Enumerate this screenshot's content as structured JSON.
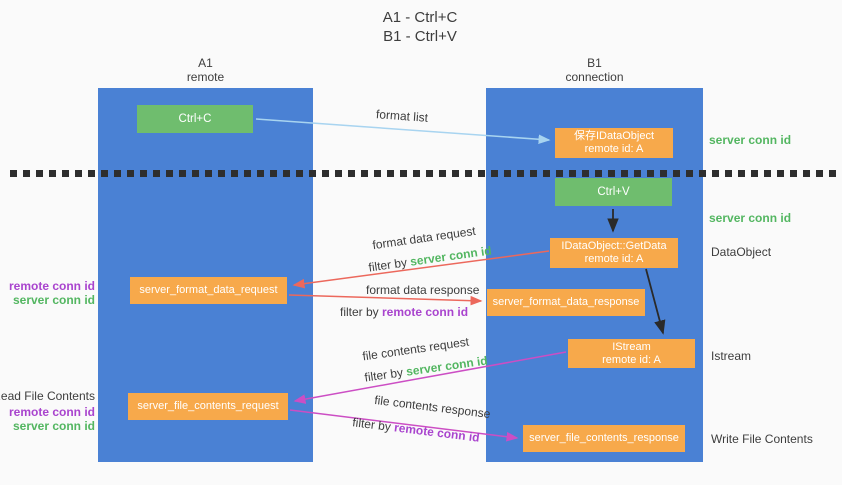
{
  "title": {
    "line1": "A1 - Ctrl+C",
    "line2": "B1 - Ctrl+V"
  },
  "columns": {
    "left": {
      "name": "A1",
      "role": "remote"
    },
    "right": {
      "name": "B1",
      "role": "connection"
    }
  },
  "nodes": {
    "ctrl_c": {
      "label": "Ctrl+C"
    },
    "save_idataobject": {
      "line1": "保存IDataObject",
      "line2": "remote id: A"
    },
    "ctrl_v": {
      "label": "Ctrl+V"
    },
    "getdata": {
      "line1": "IDataObject::GetData",
      "line2": "remote id: A"
    },
    "format_request": {
      "label": "server_format_data_request"
    },
    "format_response": {
      "label": "server_format_data_response"
    },
    "istream": {
      "line1": "IStream",
      "line2": "remote id: A"
    },
    "file_request": {
      "label": "server_file_contents_request"
    },
    "file_response": {
      "label": "server_file_contents_response"
    }
  },
  "arrow_labels": {
    "format_list": "format list",
    "format_data_request": "format data request",
    "format_data_response": "format data response",
    "file_contents_request": "file contents request",
    "file_contents_response": "file contents response",
    "filter_by_prefix": "filter by ",
    "server_conn_id": "server conn id",
    "remote_conn_id": "remote conn id"
  },
  "side_labels": {
    "server_conn_id_top": "server conn id",
    "server_conn_id_mid": "server conn id",
    "dataobject": "DataObject",
    "istream": "Istream",
    "write_file_contents": "Write File Contents",
    "remote_conn_id_format": "remote conn id",
    "server_conn_id_format": "server conn id",
    "read_file_contents": "Read File Contents",
    "remote_conn_id_file": "remote conn id",
    "server_conn_id_file": "server conn id"
  },
  "colors": {
    "column_blue": "#4a81d4",
    "box_orange": "#f7a94b",
    "box_green": "#6fbd6e",
    "text_green": "#53b661",
    "text_purple": "#a944ce",
    "arrow_red": "#ec685c",
    "arrow_magenta": "#cc4ec4",
    "arrow_lightblue": "#a8d4f0",
    "arrow_black": "#2a2a2a",
    "text_dark": "#3d3d3d",
    "background": "#fafafa"
  }
}
